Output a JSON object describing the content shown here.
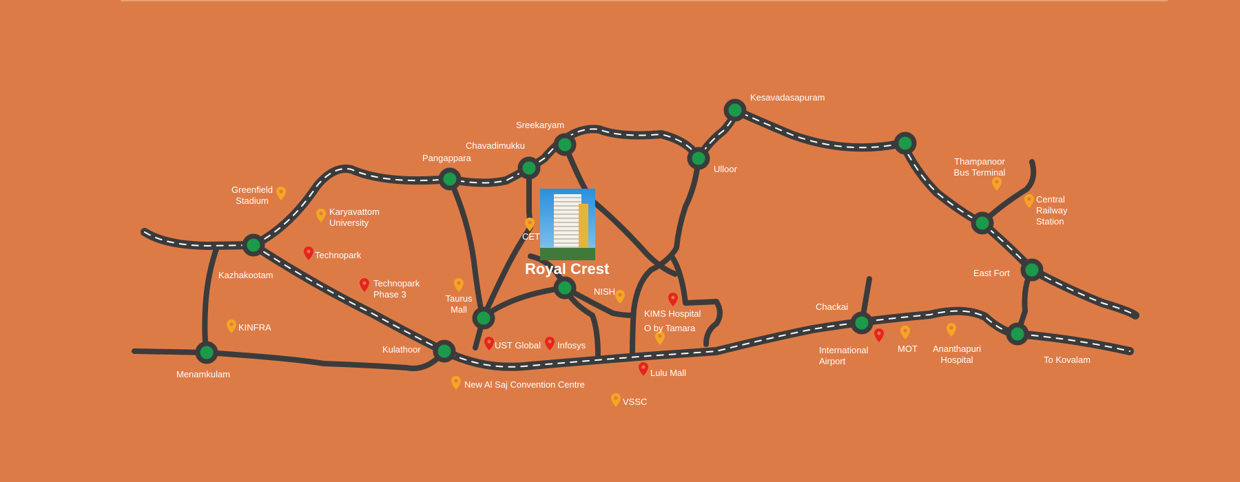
{
  "project": {
    "name": "Royal Crest",
    "image_icon": "building-photo"
  },
  "colors": {
    "background": "#dd7b47",
    "road": "#3b3b3b",
    "road_dash": "#ffffff",
    "junction": "#1a9a4a",
    "label_text": "#ffffff",
    "pin_yellow": "#f5a623",
    "pin_red": "#e8231c"
  },
  "icons": {
    "junction": "junction-dot",
    "pin": "map-pin-icon"
  },
  "junctions": [
    {
      "name": "Kesavadasapuram"
    },
    {
      "name": "Sreekaryam"
    },
    {
      "name": "Chavadimukku"
    },
    {
      "name": "Pangappara"
    },
    {
      "name": "Ulloor"
    },
    {
      "name": "Kazhakootam"
    },
    {
      "name": "Menamkulam"
    },
    {
      "name": "Kulathoor"
    },
    {
      "name": "Chackai"
    },
    {
      "name": "East Fort"
    },
    {
      "name": "To Kovalam"
    }
  ],
  "places": [
    {
      "name": "Greenfield\nStadium",
      "pin": "yellow"
    },
    {
      "name": "Karyavattom\nUniversity",
      "pin": "yellow"
    },
    {
      "name": "Technopark",
      "pin": "red"
    },
    {
      "name": "Technopark\nPhase 3",
      "pin": "red"
    },
    {
      "name": "KINFRA",
      "pin": "yellow"
    },
    {
      "name": "CET",
      "pin": "yellow"
    },
    {
      "name": "Taurus\nMall",
      "pin": "yellow"
    },
    {
      "name": "UST Global",
      "pin": "red"
    },
    {
      "name": "Infosys",
      "pin": "red"
    },
    {
      "name": "New Al Saj Convention Centre",
      "pin": "yellow"
    },
    {
      "name": "NISH",
      "pin": "yellow"
    },
    {
      "name": "KIMS Hospital",
      "pin": "red"
    },
    {
      "name": "O by Tamara",
      "pin": "yellow"
    },
    {
      "name": "Lulu Mall",
      "pin": "red"
    },
    {
      "name": "VSSC",
      "pin": "yellow"
    },
    {
      "name": "International\nAirport",
      "pin": "red"
    },
    {
      "name": "MOT",
      "pin": "yellow"
    },
    {
      "name": "Ananthapuri\nHospital",
      "pin": "yellow"
    },
    {
      "name": "Thampanoor\nBus Terminal",
      "pin": "yellow"
    },
    {
      "name": "Central\nRailway\nStation",
      "pin": "yellow"
    }
  ]
}
